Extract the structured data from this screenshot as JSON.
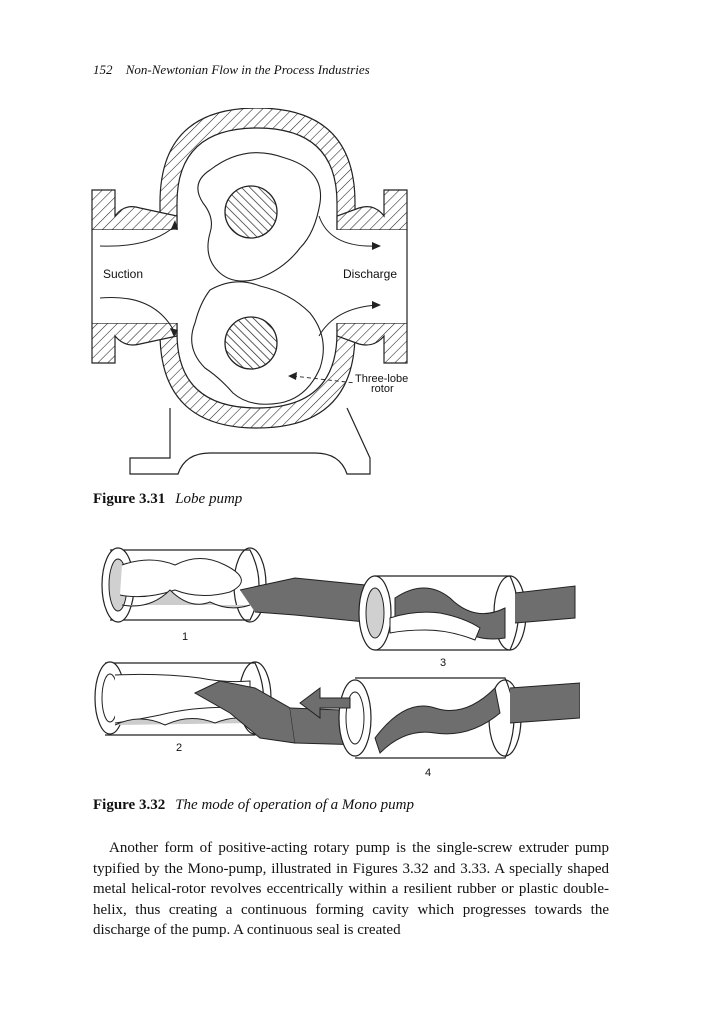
{
  "header": {
    "page_number": "152",
    "running_title": "Non-Newtonian Flow in the Process Industries"
  },
  "figure1": {
    "label": "Figure 3.31",
    "title": "Lobe pump",
    "labels": {
      "suction": "Suction",
      "discharge": "Discharge",
      "rotor_line1": "Three-lobe",
      "rotor_line2": "rotor"
    }
  },
  "figure2": {
    "label": "Figure 3.32",
    "title": "The mode of operation of a Mono pump",
    "stage_labels": [
      "1",
      "2",
      "3",
      "4"
    ]
  },
  "body": {
    "paragraph": "Another form of positive-acting rotary pump is the single-screw extruder pump typified by the Mono-pump, illustrated in Figures 3.32 and 3.33. A specially shaped metal helical-rotor revolves eccentrically within a resilient rubber or plastic double-helix, thus creating a continuous forming cavity which progresses towards the discharge of the pump. A continuous seal is created"
  }
}
